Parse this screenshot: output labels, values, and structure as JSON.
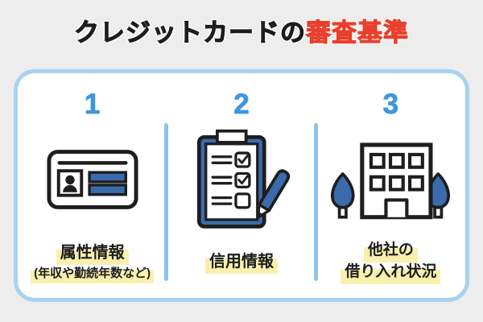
{
  "title": {
    "prefix": "クレジットカードの",
    "highlight": "審査基準"
  },
  "criteria": [
    {
      "number": "1",
      "icon": "id-card-icon",
      "lines": [
        "属性情報"
      ],
      "sub": "(年収や勤続年数など)"
    },
    {
      "number": "2",
      "icon": "clipboard-checklist-icon",
      "lines": [
        "信用情報"
      ],
      "sub": ""
    },
    {
      "number": "3",
      "icon": "office-building-icon",
      "lines": [
        "他社の",
        "借り入れ状況"
      ],
      "sub": ""
    }
  ],
  "colors": {
    "background_gray": "#ededed",
    "panel_border_blue": "#a7d3f1",
    "divider_blue": "#8cc3ee",
    "number_blue": "#3e96e0",
    "icon_blue": "#3a6bad",
    "outline_black": "#1e1e1e",
    "title_red": "#e8402d",
    "highlight_yellow": "#faf0ae"
  }
}
